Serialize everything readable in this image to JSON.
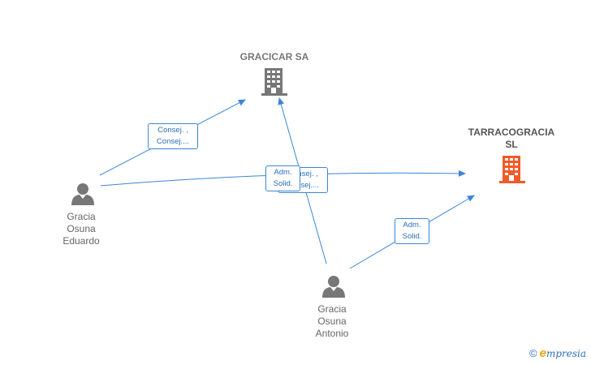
{
  "nodes": {
    "gracicar": {
      "name": "GRACICAR SA",
      "type": "company",
      "color": "#777777"
    },
    "tarracogracia": {
      "name_line1": "TARRACOGRACIA",
      "name_line2": "SL",
      "type": "company",
      "color": "#f15a29"
    },
    "eduardo": {
      "line1": "Gracia",
      "line2": "Osuna",
      "line3": "Eduardo",
      "type": "person"
    },
    "antonio": {
      "line1": "Gracia",
      "line2": "Osuna",
      "line3": "Antonio",
      "type": "person"
    }
  },
  "relations": [
    {
      "from": "eduardo",
      "to": "gracicar",
      "line1": "Consej. ,",
      "line2": "Consej...."
    },
    {
      "from": "eduardo",
      "to": "tarracogracia",
      "line1": "Adm.",
      "line2": "Solid."
    },
    {
      "from": "antonio",
      "to": "gracicar",
      "line1": "Consej. ,",
      "line2": "Consej...."
    },
    {
      "from": "antonio",
      "to": "tarracogracia",
      "line1": "Adm.",
      "line2": "Solid."
    }
  ],
  "colors": {
    "edge": "#3a86d6",
    "person": "#777777",
    "company_default": "#777777",
    "company_highlight": "#f15a29"
  },
  "watermark": {
    "copyright": "©",
    "brand_initial": "e",
    "brand_rest": "mpresia"
  }
}
